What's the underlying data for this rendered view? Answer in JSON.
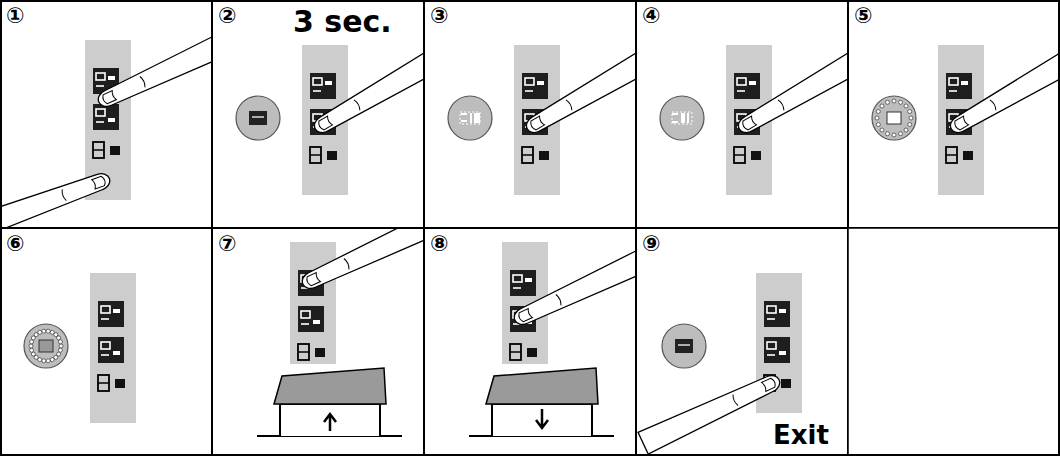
{
  "diagram": {
    "nodes": [
      {
        "text": [
          "①"
        ]
      },
      {
        "text": [
          "②",
          "3 sec."
        ]
      },
      {
        "text": [
          "③"
        ]
      },
      {
        "text": [
          "④"
        ]
      },
      {
        "text": [
          "⑤"
        ]
      },
      {
        "text": [
          "⑥"
        ]
      },
      {
        "text": [
          "⑦"
        ]
      },
      {
        "text": [
          "⑧"
        ]
      },
      {
        "text": [
          "⑨",
          "Exit"
        ]
      }
    ]
  }
}
